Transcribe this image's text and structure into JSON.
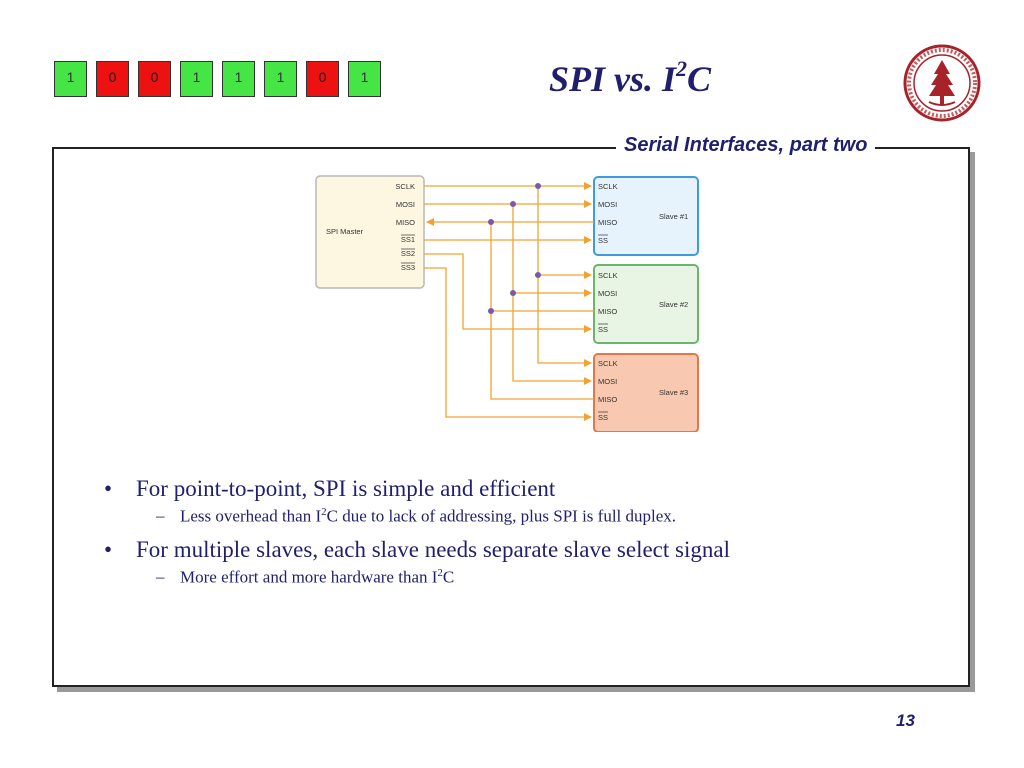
{
  "header": {
    "bits": [
      "1",
      "0",
      "0",
      "1",
      "1",
      "1",
      "0",
      "1"
    ],
    "bit_colors": {
      "one": "#44e544",
      "zero": "#ee1111"
    },
    "title_main": "SPI vs. I",
    "title_sup": "2",
    "title_end": "C",
    "subtitle": "Serial Interfaces, part two",
    "logo_icon": "stanford-seal-icon"
  },
  "diagram": {
    "master_label": "SPI Master",
    "master_pins": [
      "SCLK",
      "MOSI",
      "MISO",
      "SS1",
      "SS2",
      "SS3"
    ],
    "slave_pins": [
      "SCLK",
      "MOSI",
      "MISO",
      "SS"
    ],
    "slaves": [
      {
        "label": "Slave #1",
        "fill": "#e6f3fd",
        "stroke": "#3f9be0"
      },
      {
        "label": "Slave #2",
        "fill": "#e8f4e4",
        "stroke": "#6cb56c"
      },
      {
        "label": "Slave #3",
        "fill": "#f8c9b0",
        "stroke": "#e0784c"
      }
    ],
    "master_colors": {
      "fill": "#fdf6e1",
      "stroke": "#b8b8b8"
    },
    "wire_color": "#f0a330",
    "junction_color": "#7a5aa8"
  },
  "bullets": [
    {
      "text": "For point-to-point, SPI is simple and efficient",
      "sub": [
        {
          "pre": "Less overhead than I",
          "sup": "2",
          "post": "C due to lack of addressing, plus SPI is full duplex."
        }
      ]
    },
    {
      "text": "For multiple slaves, each slave needs separate slave select signal",
      "sub": [
        {
          "pre": "More effort and more hardware than I",
          "sup": "2",
          "post": "C"
        }
      ]
    }
  ],
  "footer": {
    "page_number": "13"
  }
}
